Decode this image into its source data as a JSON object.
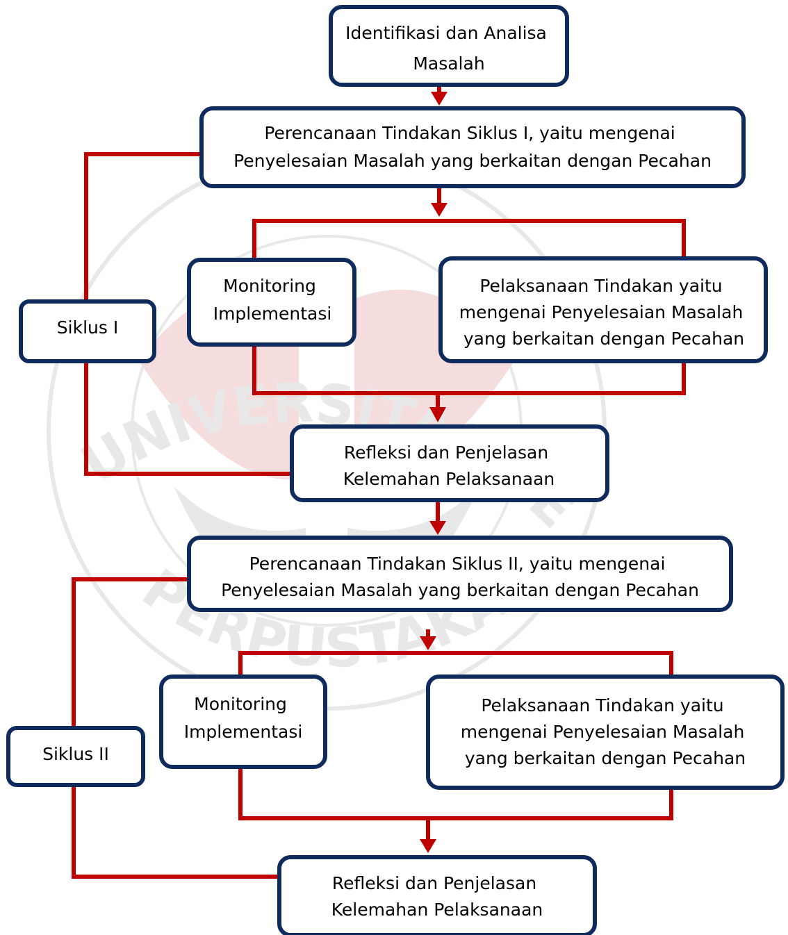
{
  "colors": {
    "box_border": "#0f2a5c",
    "connector": "#c00000",
    "text": "#000000",
    "watermark": "#b0b0b0"
  },
  "watermark": {
    "text_top": "UNIVERSITAS PENDIDIKAN INDONESIA",
    "text_bottom": "PERPUSTAKAAN"
  },
  "nodes": {
    "identifikasi": {
      "lines": [
        "Identifikasi dan Analisa",
        "Masalah"
      ]
    },
    "perencanaan_1": {
      "lines": [
        "Perencanaan Tindakan Siklus I, yaitu mengenai",
        "Penyelesaian Masalah yang berkaitan dengan Pecahan"
      ]
    },
    "monitoring_1": {
      "lines": [
        "Monitoring",
        "Implementasi"
      ]
    },
    "pelaksanaan_1": {
      "lines": [
        "Pelaksanaan Tindakan yaitu",
        "mengenai Penyelesaian Masalah",
        "yang berkaitan dengan Pecahan"
      ]
    },
    "siklus_1": {
      "lines": [
        "Siklus I"
      ]
    },
    "refleksi_1": {
      "lines": [
        "Refleksi dan Penjelasan",
        "Kelemahan Pelaksanaan"
      ]
    },
    "perencanaan_2": {
      "lines": [
        "Perencanaan Tindakan Siklus II, yaitu mengenai",
        "Penyelesaian Masalah yang berkaitan dengan Pecahan"
      ]
    },
    "monitoring_2": {
      "lines": [
        "Monitoring",
        "Implementasi"
      ]
    },
    "pelaksanaan_2": {
      "lines": [
        "Pelaksanaan Tindakan yaitu",
        "mengenai Penyelesaian Masalah",
        "yang berkaitan dengan Pecahan"
      ]
    },
    "siklus_2": {
      "lines": [
        "Siklus II"
      ]
    },
    "refleksi_2": {
      "lines": [
        "Refleksi dan Penjelasan",
        "Kelemahan Pelaksanaan"
      ]
    }
  }
}
